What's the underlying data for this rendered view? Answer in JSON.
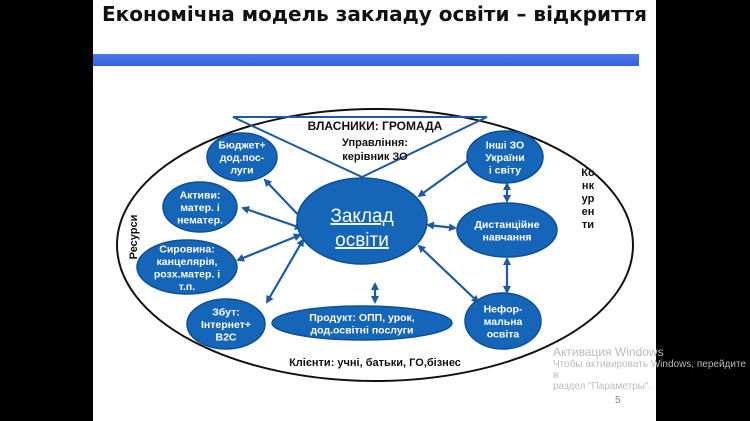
{
  "slide": {
    "title": "Економічна модель закладу освіти – відкриття",
    "page_number": "5",
    "accent_color": "#3461e0",
    "node_color": "#1565b8"
  },
  "diagram": {
    "owners": "ВЛАСНИКИ: ГРОМАДА",
    "management": [
      "Управління:",
      "керівник ЗО"
    ],
    "center": [
      "Заклад",
      "освіти"
    ],
    "resources_label": "Ресурси",
    "competitors_label": [
      "Ко",
      "нк",
      "ур",
      "ен",
      "ти"
    ],
    "clients_label": "Клієнти: учні, батьки, ГО,бізнес",
    "nodes": {
      "budget": [
        "Бюджет+",
        "дод.пос-",
        "луги"
      ],
      "assets": [
        "Активи:",
        "матер. і",
        "нематер."
      ],
      "materials": [
        "Сировина:",
        "канцелярія,",
        "розх.матер. і",
        "т.п."
      ],
      "sales": [
        "Збут:",
        "Інтернет+",
        "B2C"
      ],
      "product": [
        "Продукт: ОПП, урок,",
        "дод.освітні послуги"
      ],
      "other_schools": [
        "Інші ЗО",
        "України",
        "і світу"
      ],
      "distance": [
        "Дистанційне",
        "навчання"
      ],
      "informal": [
        "Нефор-",
        "мальна",
        "освіта"
      ]
    }
  },
  "windows_activation": {
    "title": "Активация Windows",
    "line1": "Чтобы активировать Windows, перейдите в",
    "line2": "раздел \"Параметры\"."
  }
}
